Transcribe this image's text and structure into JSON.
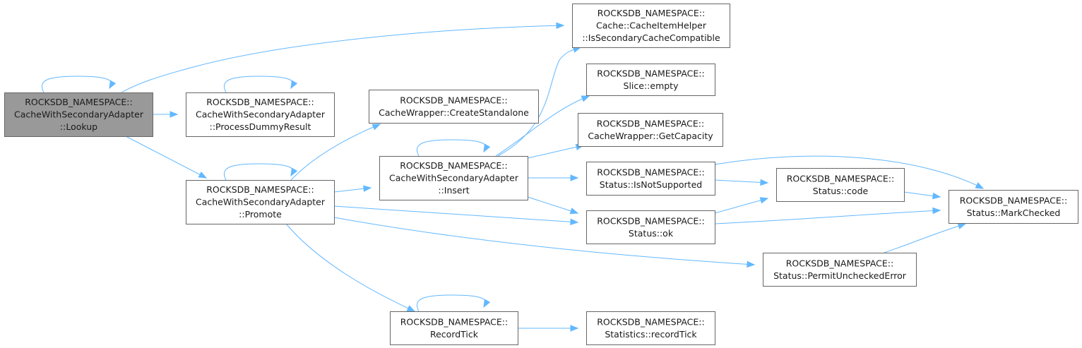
{
  "colors": {
    "edge": "#63b8ff",
    "node_border": "#666666",
    "root_fill": "#999999",
    "node_fill": "#ffffff"
  },
  "nodes": {
    "lookup": [
      "ROCKSDB_NAMESPACE::",
      "CacheWithSecondaryAdapter",
      "::Lookup"
    ],
    "is_secondary_compatible": [
      "ROCKSDB_NAMESPACE::",
      "Cache::CacheItemHelper",
      "::IsSecondaryCacheCompatible"
    ],
    "process_dummy": [
      "ROCKSDB_NAMESPACE::",
      "CacheWithSecondaryAdapter",
      "::ProcessDummyResult"
    ],
    "create_standalone": [
      "ROCKSDB_NAMESPACE::",
      "CacheWrapper::CreateStandalone"
    ],
    "slice_empty": [
      "ROCKSDB_NAMESPACE::",
      "Slice::empty"
    ],
    "get_capacity": [
      "ROCKSDB_NAMESPACE::",
      "CacheWrapper::GetCapacity"
    ],
    "insert": [
      "ROCKSDB_NAMESPACE::",
      "CacheWithSecondaryAdapter",
      "::Insert"
    ],
    "promote": [
      "ROCKSDB_NAMESPACE::",
      "CacheWithSecondaryAdapter",
      "::Promote"
    ],
    "is_not_supported": [
      "ROCKSDB_NAMESPACE::",
      "Status::IsNotSupported"
    ],
    "status_code": [
      "ROCKSDB_NAMESPACE::",
      "Status::code"
    ],
    "mark_checked": [
      "ROCKSDB_NAMESPACE::",
      "Status::MarkChecked"
    ],
    "status_ok": [
      "ROCKSDB_NAMESPACE::",
      "Status::ok"
    ],
    "permit_unchecked": [
      "ROCKSDB_NAMESPACE::",
      "Status::PermitUncheckedError"
    ],
    "record_tick": [
      "ROCKSDB_NAMESPACE::",
      "RecordTick"
    ],
    "statistics_record_tick": [
      "ROCKSDB_NAMESPACE::",
      "Statistics::recordTick"
    ]
  },
  "edges": [
    [
      "lookup",
      "lookup"
    ],
    [
      "lookup",
      "is_secondary_compatible"
    ],
    [
      "lookup",
      "process_dummy"
    ],
    [
      "lookup",
      "promote"
    ],
    [
      "process_dummy",
      "process_dummy"
    ],
    [
      "promote",
      "promote"
    ],
    [
      "promote",
      "create_standalone"
    ],
    [
      "promote",
      "insert"
    ],
    [
      "promote",
      "status_ok"
    ],
    [
      "promote",
      "permit_unchecked"
    ],
    [
      "promote",
      "record_tick"
    ],
    [
      "insert",
      "insert"
    ],
    [
      "insert",
      "is_secondary_compatible"
    ],
    [
      "insert",
      "slice_empty"
    ],
    [
      "insert",
      "get_capacity"
    ],
    [
      "insert",
      "is_not_supported"
    ],
    [
      "insert",
      "status_ok"
    ],
    [
      "is_not_supported",
      "status_code"
    ],
    [
      "is_not_supported",
      "mark_checked"
    ],
    [
      "status_ok",
      "status_code"
    ],
    [
      "status_ok",
      "mark_checked"
    ],
    [
      "status_code",
      "mark_checked"
    ],
    [
      "permit_unchecked",
      "mark_checked"
    ],
    [
      "record_tick",
      "record_tick"
    ],
    [
      "record_tick",
      "statistics_record_tick"
    ]
  ]
}
